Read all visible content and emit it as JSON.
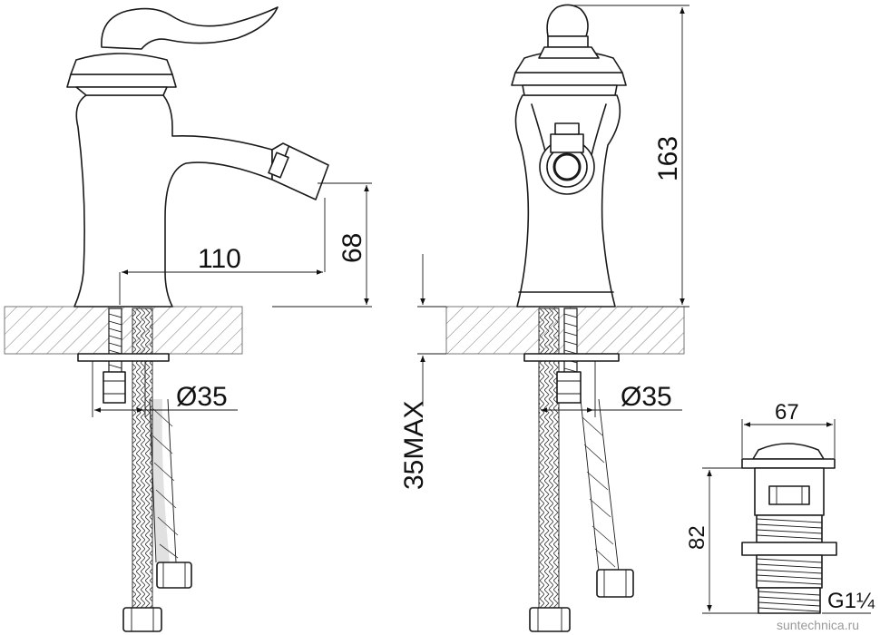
{
  "dimensions": {
    "spout_reach": "110",
    "spout_height": "68",
    "total_height": "163",
    "hole_diameter_left": "Ø35",
    "hole_diameter_right": "Ø35",
    "max_counter_thickness": "35MAX",
    "drain_width": "67",
    "drain_height": "82",
    "drain_thread": "G1¼"
  },
  "watermark": "suntechnica.ru"
}
